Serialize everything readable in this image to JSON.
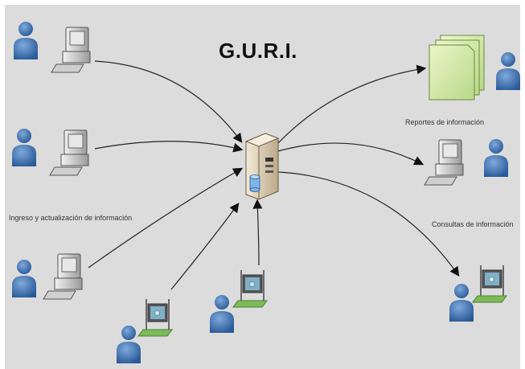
{
  "diagram": {
    "title": "G.U.R.I.",
    "labels": {
      "input": "Ingreso y actualización de información",
      "reports": "Reportes de información",
      "queries": "Consultas de información"
    },
    "colors": {
      "background": "#dcdcdc",
      "user": "#3a6fb0",
      "monitor_screen": "#7fb0c8",
      "report_paper": "#d8ecb0",
      "server": "#e8dcc4",
      "arrow": "#222222"
    },
    "icons": [
      "user-icon",
      "computer-icon",
      "terminal-icon",
      "report-stack-icon",
      "server-icon",
      "database-icon"
    ]
  }
}
